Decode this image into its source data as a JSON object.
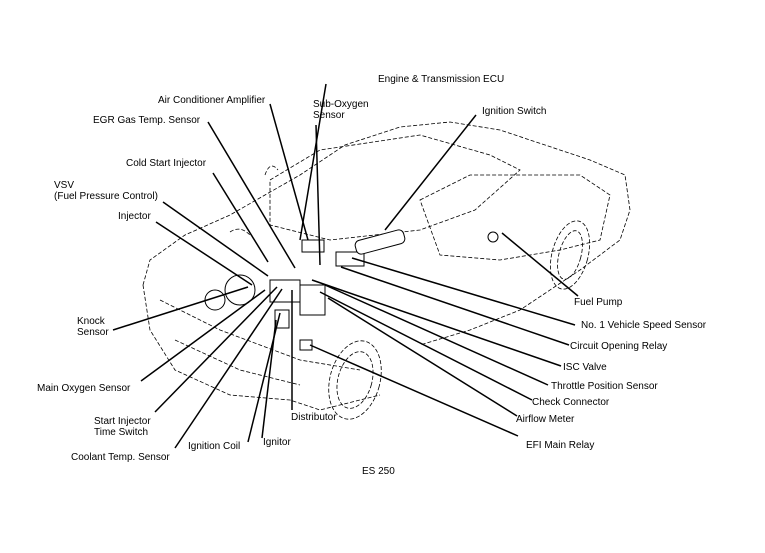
{
  "diagram": {
    "model": "ES 250",
    "labels": {
      "engine_ecu": "Engine & Transmission ECU",
      "ac_amplifier": "Air Conditioner Amplifier",
      "sub_oxygen_sensor": "Sub-Oxygen\nSensor",
      "ignition_switch": "Ignition Switch",
      "egr_gas_temp_sensor": "EGR Gas Temp. Sensor",
      "cold_start_injector": "Cold Start Injector",
      "vsv": "VSV\n(Fuel Pressure Control)",
      "injector": "Injector",
      "knock_sensor": "Knock\nSensor",
      "main_oxygen_sensor": "Main Oxygen Sensor",
      "start_injector_time_switch": "Start Injector\nTime Switch",
      "coolant_temp_sensor": "Coolant Temp. Sensor",
      "ignition_coil": "Ignition Coil",
      "ignitor": "Ignitor",
      "distributor": "Distributor",
      "fuel_pump": "Fuel Pump",
      "vehicle_speed_sensor": "No. 1 Vehicle Speed Sensor",
      "circuit_opening_relay": "Circuit Opening Relay",
      "isc_valve": "ISC Valve",
      "throttle_position_sensor": "Throttle Position Sensor",
      "check_connector": "Check Connector",
      "airflow_meter": "Airflow Meter",
      "efi_main_relay": "EFI Main Relay"
    }
  }
}
